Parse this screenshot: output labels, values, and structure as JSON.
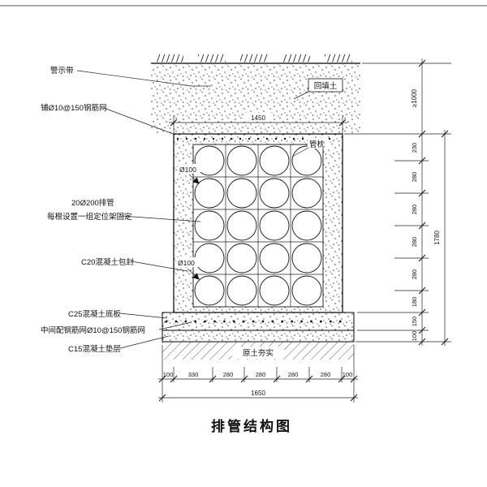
{
  "title": "排管结构图",
  "annotations": {
    "warning_tape": "警示带",
    "top_mesh": "铺Ø10@150钢筋网",
    "pipes_spec": "20Ø200排管",
    "pipes_note": "每根设置一组定位架固定",
    "encasement": "C20混凝土包封",
    "base_slab": "C25混凝土底板",
    "middle_mesh": "中间配钢筋网Ø10@150钢筋网",
    "cushion": "C15混凝土垫层",
    "backfill": "回填土",
    "pipe_pillow": "管枕",
    "compacted_soil": "原土夯实",
    "pipe_dia_upper": "Ø100",
    "pipe_dia_lower": "Ø100"
  },
  "dimensions": {
    "top_width": "1450",
    "fill_depth": "≥1000",
    "right_segments": [
      "230",
      "280",
      "280",
      "280",
      "280",
      "180",
      "150",
      "100"
    ],
    "right_total": "1780",
    "bottom_segments": [
      "100",
      "330",
      "280",
      "280",
      "280",
      "280",
      "100"
    ],
    "bottom_total": "1650"
  },
  "colors": {
    "line": "#1a1a1a",
    "background": "#ffffff"
  }
}
